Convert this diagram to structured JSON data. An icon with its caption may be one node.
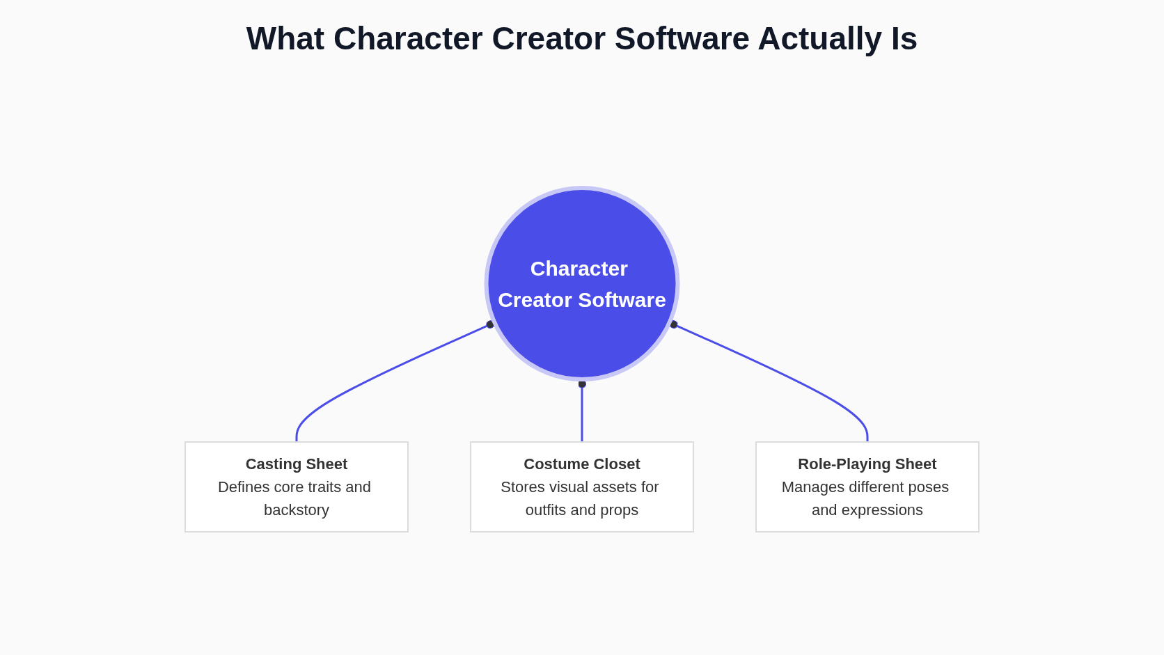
{
  "diagram": {
    "title": "What Character Creator Software Actually Is",
    "nodes": [
      {
        "text": [
          "Character Creator Software"
        ]
      },
      {
        "text": [
          "Casting Sheet",
          "Defines core traits and backstory"
        ]
      },
      {
        "text": [
          "Costume Closet",
          "Stores visual assets for outfits and props"
        ]
      },
      {
        "text": [
          "Role-Playing Sheet",
          "Manages different poses and expressions"
        ]
      }
    ],
    "edges": [
      {
        "from": 0,
        "to": 1,
        "arrow": "other"
      },
      {
        "from": 0,
        "to": 2,
        "arrow": "other"
      },
      {
        "from": 0,
        "to": 3,
        "arrow": "other"
      }
    ]
  }
}
